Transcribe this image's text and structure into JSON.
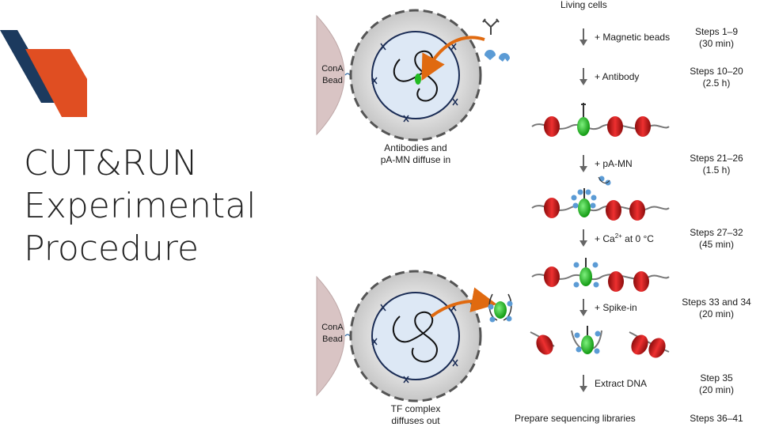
{
  "slide": {
    "title_lines": [
      "CUT&RUN",
      "Experimental",
      "Procedure"
    ]
  },
  "diagram": {
    "top_cell": {
      "bead_label": "ConA\nBead",
      "caption": "Antibodies and\npA-MN diffuse in"
    },
    "bottom_cell": {
      "bead_label": "ConA\nBead",
      "caption": "TF complex\ndiffuses out"
    },
    "flow": {
      "start": "Living cells",
      "end": "Prepare sequencing libraries",
      "steps": [
        {
          "action": "+ Magnetic beads",
          "steps": "Steps 1–9",
          "time": "(30 min)"
        },
        {
          "action": "+ Antibody",
          "steps": "Steps 10–20",
          "time": "(2.5 h)"
        },
        {
          "action": "+ pA-MN",
          "steps": "Steps 21–26",
          "time": "(1.5 h)"
        },
        {
          "action_prefix": "+ Ca",
          "action_sup": "2+",
          "action_suffix": " at 0 °C",
          "steps": "Steps 27–32",
          "time": "(45 min)"
        },
        {
          "action": "+ Spike-in",
          "steps": "Steps 33 and 34",
          "time": "(20 min)"
        },
        {
          "action": "Extract DNA",
          "steps": "Step 35",
          "time": "(20 min)"
        }
      ],
      "final_steps": "Steps 36–41"
    }
  },
  "colors": {
    "logo_navy": "#1c3a5e",
    "logo_orange": "#e04e22",
    "nucleosome_red": "#d42020",
    "tf_green": "#22bb22",
    "arrow_orange": "#e06a10",
    "pa_mn_blue": "#5b9bd5",
    "bead_tan": "#d9c4c4",
    "cell_grey": "#d5d5d5",
    "nucleus_blue": "#dde8f5"
  }
}
